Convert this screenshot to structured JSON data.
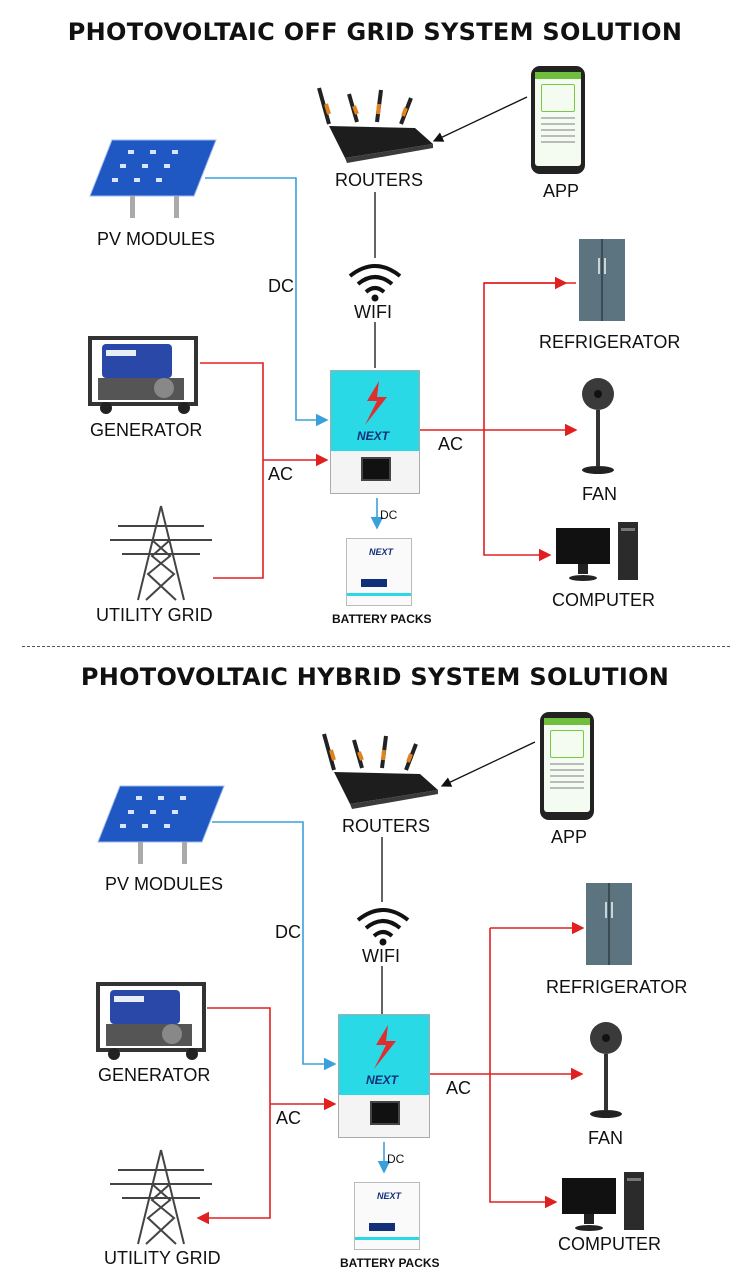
{
  "top": {
    "title": "PHOTOVOLTAIC OFF GRID SYSTEM SOLUTION",
    "routers": "ROUTERS",
    "app": "APP",
    "pv_modules": "PV MODULES",
    "dc": "DC",
    "wifi": "WIFI",
    "refrigerator": "REFRIGERATOR",
    "generator": "GENERATOR",
    "ac_out": "AC",
    "ac_in": "AC",
    "fan": "FAN",
    "battery_dc": "DC",
    "battery_packs": "BATTERY PACKS",
    "utility_grid": "UTILITY GRID",
    "computer": "COMPUTER",
    "brand": "NEXT"
  },
  "bottom": {
    "title": "PHOTOVOLTAIC HYBRID SYSTEM SOLUTION",
    "routers": "ROUTERS",
    "app": "APP",
    "pv_modules": "PV MODULES",
    "dc": "DC",
    "wifi": "WIFI",
    "refrigerator": "REFRIGERATOR",
    "generator": "GENERATOR",
    "ac_out": "AC",
    "ac_in": "AC",
    "fan": "FAN",
    "battery_dc": "DC",
    "battery_packs": "BATTERY PACKS",
    "utility_grid": "UTILITY GRID",
    "computer": "COMPUTER",
    "brand": "NEXT"
  },
  "colors": {
    "dc_line": "#3aa0dc",
    "ac_line": "#e02020",
    "inverter": "#2ad9e6"
  }
}
